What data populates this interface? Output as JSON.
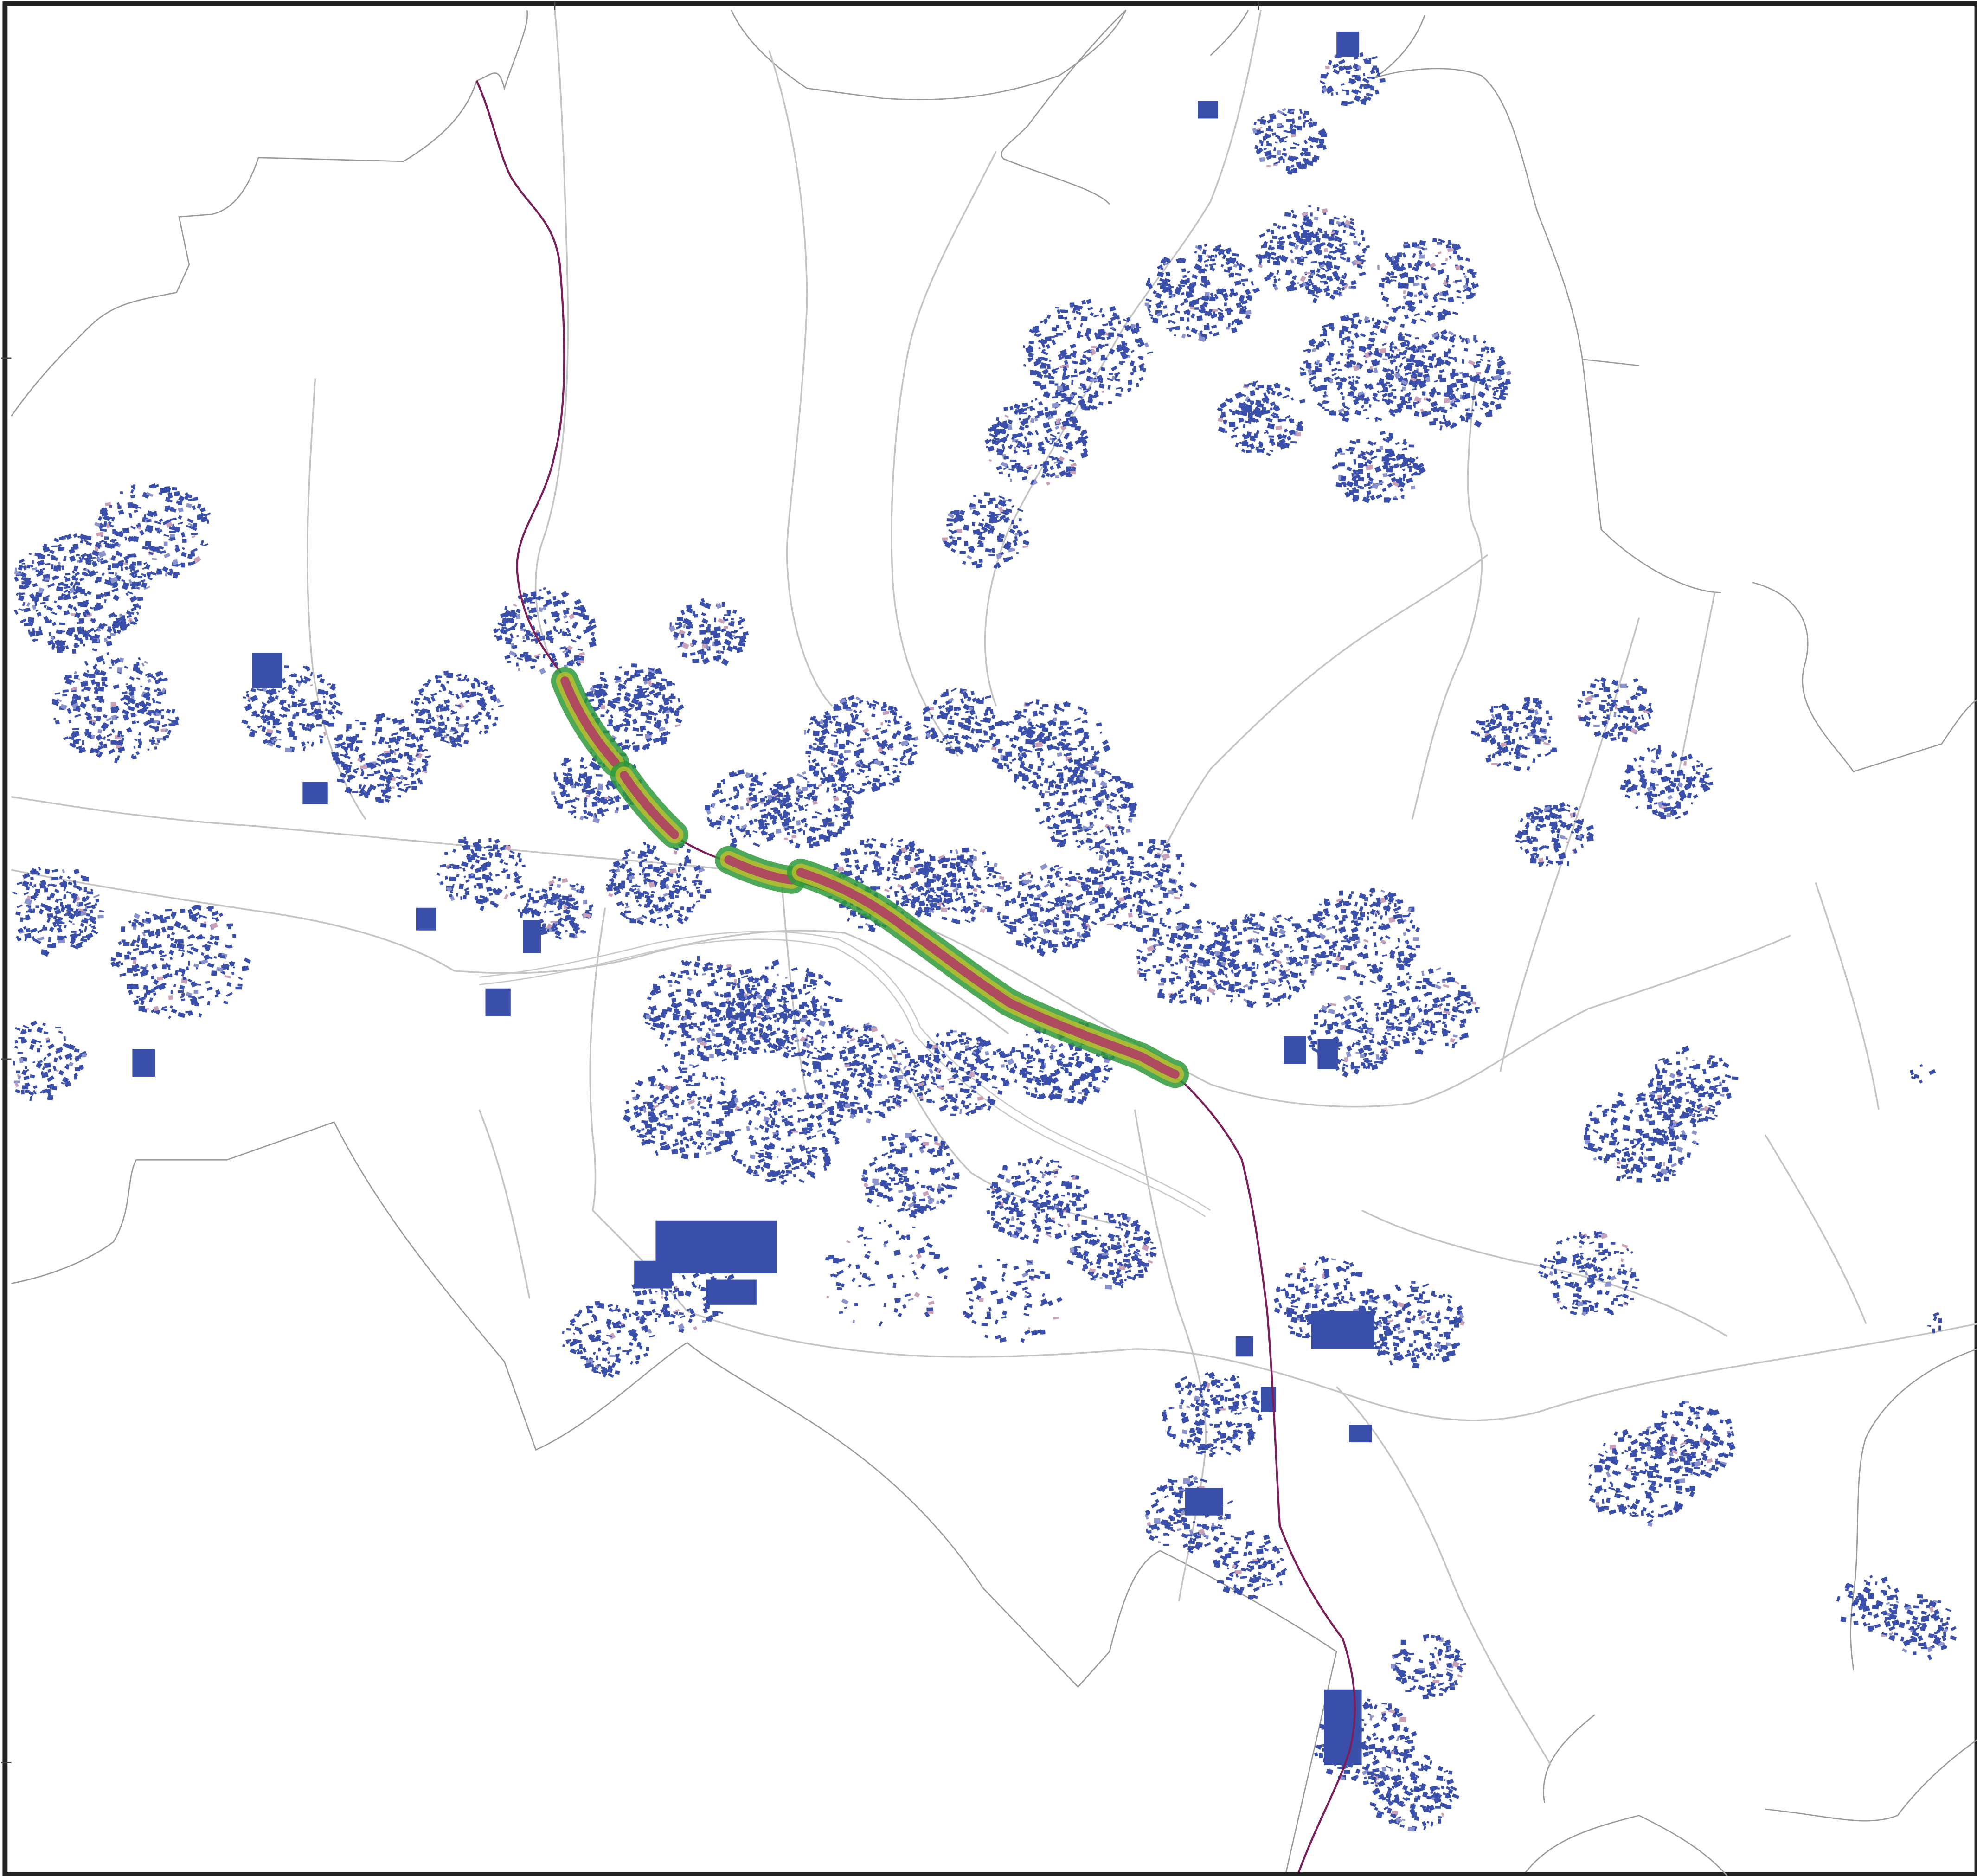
{
  "map": {
    "kind": "urban noise / buildings overlay map",
    "frame_ticks": {
      "top": [
        "",
        "",
        ""
      ],
      "left": [
        "",
        "",
        ""
      ]
    },
    "colors": {
      "background": "#ffffff",
      "frame": "#222222",
      "boundary_lines": "#9a9a9a",
      "roads": "#c4c4c4",
      "buildings": "#3a4faa",
      "buildings_light": "#8a93cc",
      "buildings_pink": "#c8a0b8",
      "railway": "#7a1f5a",
      "noise_low": "#2e9a3a",
      "noise_mid": "#c8c028",
      "noise_high": "#b0306a"
    },
    "layers": [
      {
        "name": "municipal-boundary",
        "style": "thin-grey-line"
      },
      {
        "name": "road-network",
        "style": "light-grey-lines"
      },
      {
        "name": "buildings",
        "style": "blue-fill"
      },
      {
        "name": "railway",
        "style": "purple-line"
      },
      {
        "name": "noise-contours",
        "style": "green-yellow-magenta-bands"
      }
    ]
  }
}
